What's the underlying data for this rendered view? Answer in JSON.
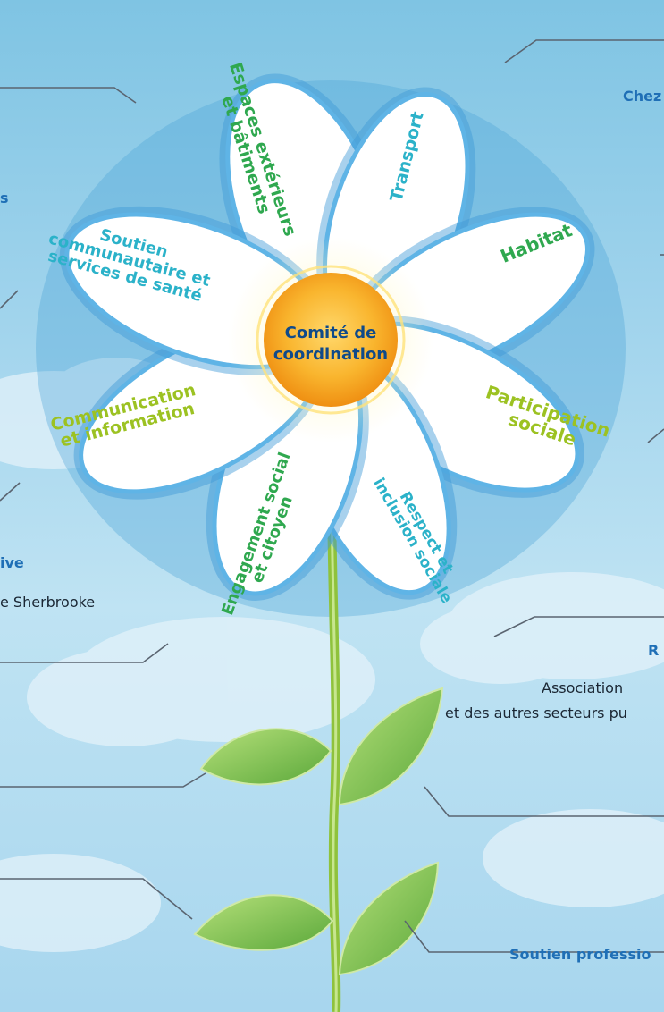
{
  "center": {
    "label_line1": "Comité de",
    "label_line2": "coordination"
  },
  "petals": [
    {
      "id": "espaces",
      "line1": "Espaces extérieurs",
      "line2": "et bâtiments",
      "color": "#2fa84f"
    },
    {
      "id": "transport",
      "line1": "Transport",
      "line2": "",
      "color": "#2bb2c9"
    },
    {
      "id": "habitat",
      "line1": "Habitat",
      "line2": "",
      "color": "#2fa84f"
    },
    {
      "id": "participation",
      "line1": "Participation",
      "line2": "sociale",
      "color": "#9cc222"
    },
    {
      "id": "respect",
      "line1": "Respect et",
      "line2": "inclusion sociale",
      "color": "#2bb2c9"
    },
    {
      "id": "engagement",
      "line1": "Engagement social",
      "line2": "et citoyen",
      "color": "#2fa84f"
    },
    {
      "id": "communication",
      "line1": "Communication",
      "line2": "et information",
      "color": "#9cc222"
    },
    {
      "id": "soutien",
      "line1": "Soutien",
      "line2": "communautaire et",
      "line3": "services de santé",
      "color": "#2bb2c9"
    }
  ],
  "side_texts": {
    "chez": "Chez",
    "s_fragment": "s",
    "ive": "ive",
    "sherbrooke": "e Sherbrooke",
    "r_fragment": "R",
    "association": "Association",
    "autres_secteurs": "et des autres secteurs pu",
    "soutien_professio": "Soutien professio"
  },
  "colors": {
    "sky_top": "#7fc4e3",
    "petal_outline": "#5fb4e6",
    "center_orange": "#f6a21c",
    "stem_green": "#8fc23c",
    "leaf_green": "#7cc142",
    "label_blue": "#1f6fb6",
    "callout_line": "#5a6470"
  }
}
